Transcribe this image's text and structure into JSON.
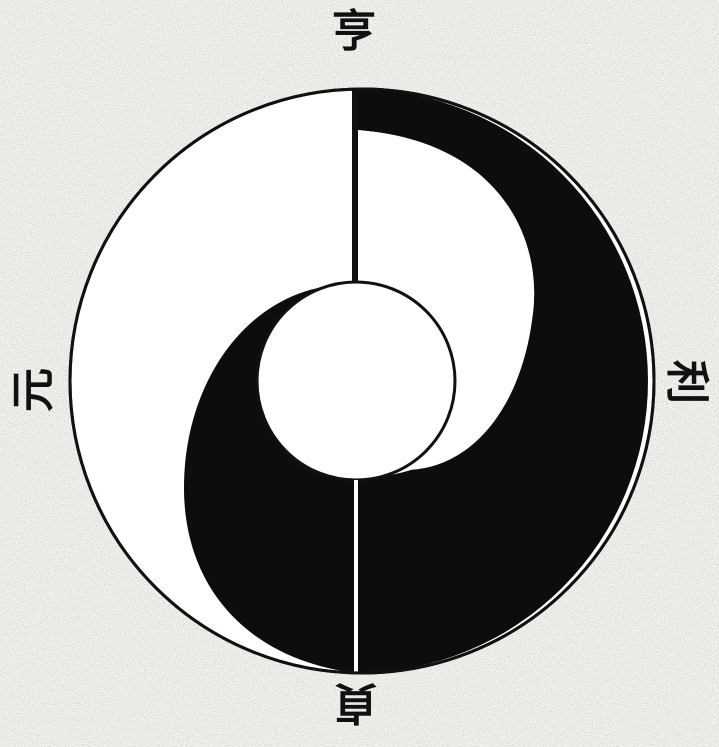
{
  "labels": {
    "top": "亨",
    "right": "利",
    "bottom": "貞",
    "left": "元"
  },
  "colors": {
    "paper": "#f4f3ef",
    "ink": "#0d0d0d"
  }
}
